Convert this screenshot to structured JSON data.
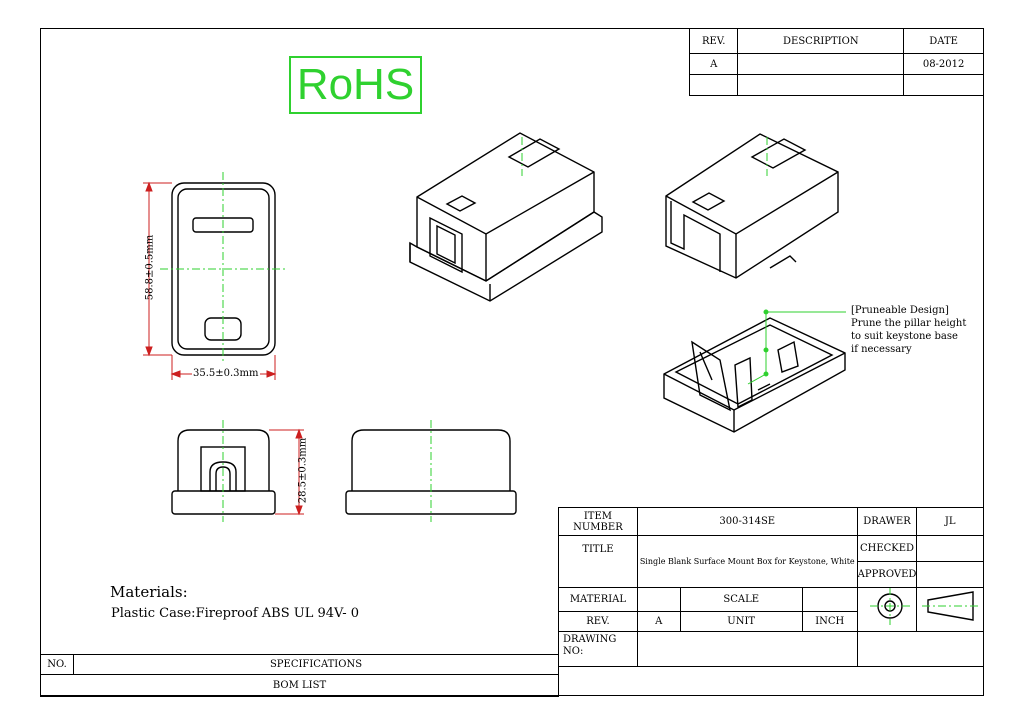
{
  "rohs": "RoHS",
  "revision_table": {
    "rev_header": "REV.",
    "desc_header": "DESCRIPTION",
    "date_header": "DATE",
    "rev_value": "A",
    "desc_value": "",
    "date_value": "08-2012"
  },
  "dimensions": {
    "height": "58.8±0.5mm",
    "width": "35.5±0.3mm",
    "depth": "28.5±0.3mm"
  },
  "note": {
    "title": "[Pruneable Design]",
    "line1": "Prune the pillar height",
    "line2": "to suit keystone base",
    "line3": "if necessary"
  },
  "materials": {
    "title": "Materials:",
    "body": "Plastic Case:Fireproof ABS UL 94V- 0"
  },
  "title_block": {
    "item_number_label": "ITEM NUMBER",
    "item_number": "300-314SE",
    "drawer_label": "DRAWER",
    "drawer": "JL",
    "title_label": "TITLE",
    "title": "Single Blank Surface Mount Box for Keystone, White",
    "checked_label": "CHECKED",
    "approved_label": "APPROVED",
    "material_label": "MATERIAL",
    "scale_label": "SCALE",
    "rev_label": "REV.",
    "rev": "A",
    "unit_label": "UNIT",
    "unit": "INCH",
    "drawing_no_label_1": "DRAWING",
    "drawing_no_label_2": "NO:"
  },
  "bom": {
    "no_label": "NO.",
    "specifications_label": "SPECIFICATIONS",
    "bom_list_label": "BOM LIST"
  },
  "colors": {
    "centerline": "#2fd12f",
    "dimension": "#cc1f1f",
    "ink": "#000000"
  }
}
